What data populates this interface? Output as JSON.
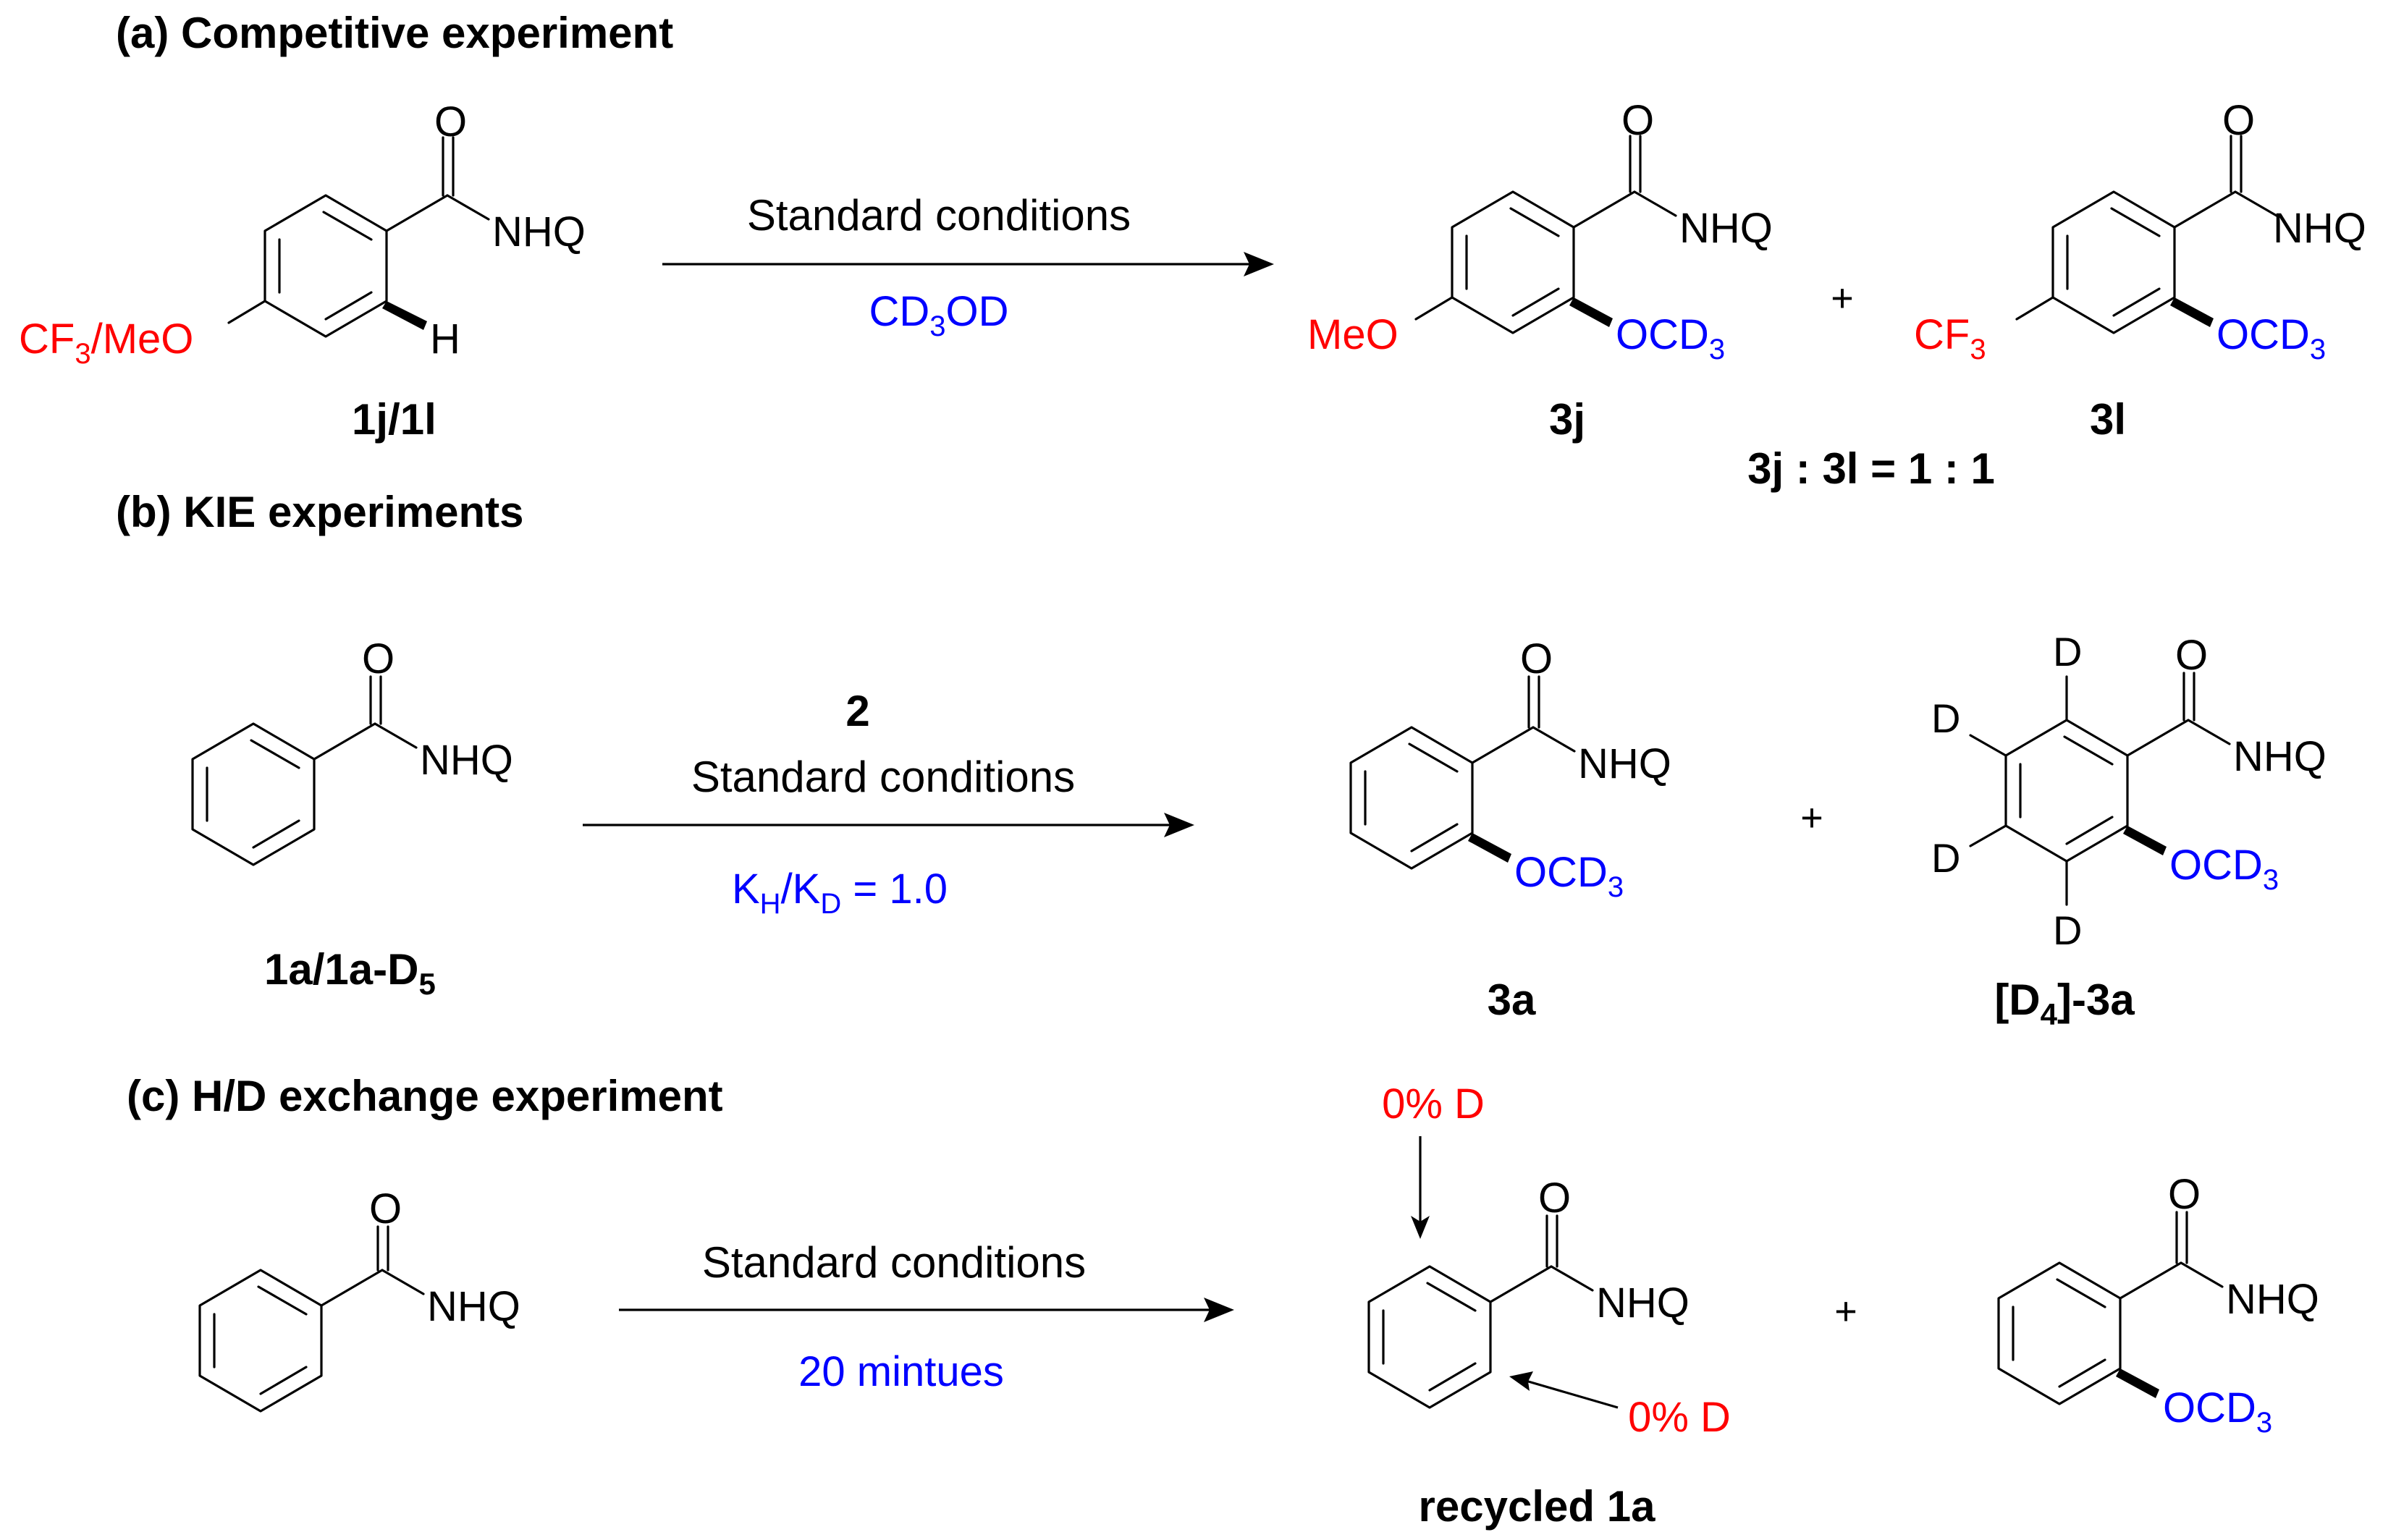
{
  "sections": {
    "a": {
      "title": "(a) Competitive experiment",
      "reactant_label": "1j/1l",
      "reactant_substituent": "CF",
      "reactant_substituent_sub": "3",
      "reactant_substituent_rest": "/MeO",
      "reactant_h": "H",
      "condition_top": "Standard conditions",
      "condition_bottom_1": "CD",
      "condition_bottom_sub": "3",
      "condition_bottom_2": "OD",
      "product1_label": "3j",
      "product1_substituent": "MeO",
      "product2_label": "3l",
      "product2_substituent": "CF",
      "product2_substituent_sub": "3",
      "plus": "+",
      "ratio": "3j : 3l = 1 : 1"
    },
    "b": {
      "title": "(b) KIE experiments",
      "reactant_label": "1a/1a-D",
      "reactant_label_sub": "5",
      "reagent": "2",
      "condition_top": "Standard conditions",
      "kie_k1": "K",
      "kie_sub1": "H",
      "kie_slash": "/K",
      "kie_sub2": "D",
      "kie_value": " = 1.0",
      "product1_label": "3a",
      "product2_label_pre": "[D",
      "product2_label_sub": "4",
      "product2_label_post": "]-3a",
      "deuterium": "D",
      "plus": "+"
    },
    "c": {
      "title": "(c) H/D exchange experiment",
      "condition_top": "Standard conditions",
      "condition_bottom": "20 mintues",
      "annotation_top": "0% D",
      "annotation_bottom": "0% D",
      "product1_label": "recycled 1a",
      "plus": "+"
    }
  },
  "common": {
    "oxygen": "O",
    "amide": "NHQ",
    "ocd3_main": "OCD",
    "ocd3_sub": "3"
  },
  "colors": {
    "red": "#ff0000",
    "blue": "#0000ff",
    "black": "#000000"
  }
}
